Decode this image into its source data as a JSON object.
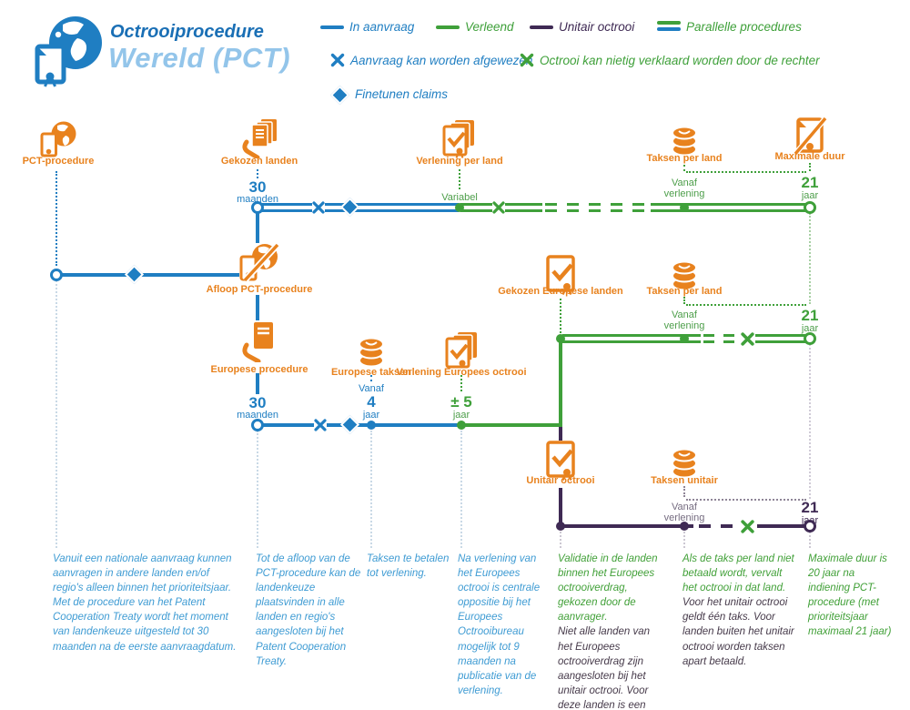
{
  "header": {
    "title_top": "Octrooiprocedure",
    "title_main": "Wereld (PCT)"
  },
  "colors": {
    "blue": "#1F7EC2",
    "green": "#3FA03A",
    "purple": "#3F2A54",
    "orange": "#E8821E",
    "light_blue_title": "#93C5EA",
    "footnote_blue": "#3E9BD3",
    "footnote_green": "#41A038",
    "footnote_dark": "#463A4A"
  },
  "icons": {
    "logo": "globe-document-logo",
    "pct": "globe-document-icon",
    "gekozen_landen": "hand-documents-icon",
    "verlening_per_land": "documents-check-icon",
    "taksen": "coins-icon",
    "maximale_duur": "document-slash-icon",
    "afloop": "globe-document-slash-icon",
    "europese_procedure": "hand-document-icon",
    "gekozen_europese": "document-check-icon",
    "unitair": "document-check-icon"
  },
  "legend": {
    "in_aanvraag": "In aanvraag",
    "verleend": "Verleend",
    "unitair_octrooi": "Unitair octrooi",
    "parallelle": "Parallelle procedures",
    "afgewezen": "Aanvraag kan worden afgewezen",
    "nietig": "Octrooi kan nietig verklaard worden door de rechter",
    "finetunen": "Finetunen claims"
  },
  "nodes": {
    "pct": "PCT-procedure",
    "gekozen_landen": "Gekozen landen",
    "verlening_per_land": "Verlening per land",
    "taksen_per_land_1": "Taksen per land",
    "maximale_duur": "Maximale duur",
    "afloop": "Afloop PCT-procedure",
    "europese_procedure": "Europese procedure",
    "europese_taksen": "Europese taksen",
    "verlening_europees": "Verlening Europees octrooi",
    "gekozen_europese": "Gekozen Europese landen",
    "taksen_per_land_2": "Taksen per land",
    "unitair": "Unitair octrooi",
    "taksen_unitair": "Taksen unitair"
  },
  "points": {
    "maanden30_num": "30",
    "maanden30_unit": "maanden",
    "variabel": "Variabel",
    "vanaf": "Vanaf",
    "verlening": "verlening",
    "jaar21_num": "21",
    "jaar21_unit": "jaar",
    "vanaf4_pre": "Vanaf",
    "vanaf4_num": "4",
    "vanaf4_unit": "jaar",
    "pm5_num": "± 5",
    "pm5_unit": "jaar"
  },
  "footnotes": {
    "col1": "Vanuit een nationale aanvraag kunnen aanvragen in andere landen en/of regio's alleen binnen het prioriteitsjaar. Met de procedure van het Patent Cooperation Treaty wordt het moment van landenkeuze uitgesteld tot 30 maanden na de eerste aanvraagdatum.",
    "col2": "Tot de afloop van de PCT-procedure kan de landenkeuze plaatsvinden in alle landen en regio's aangesloten bij het Patent Cooperation Treaty.",
    "col3": "Taksen te betalen tot verlening.",
    "col4": "Na verlening van het Europees octrooi is centrale oppositie bij het Europees Octrooibureau mogelijk tot 9 maanden na publicatie van de verlening.",
    "col5_green": "Validatie in de landen binnen het Europees octrooiverdrag, gekozen door de aanvrager.",
    "col5_dark": "Niet alle landen van het Europees octrooiverdrag zijn aangesloten bij het unitair octrooi. Voor deze landen is een aparte validatie mogelijk.",
    "col6_green": "Als de taks per land niet betaald wordt, vervalt het octrooi in dat land.",
    "col6_dark": "Voor het unitair octrooi geldt één taks. Voor landen buiten het unitair octrooi worden taksen apart betaald.",
    "col7_green": "Maximale duur is 20 jaar na indiening PCT-procedure (met prioriteitsjaar maximaal 21 jaar)"
  }
}
